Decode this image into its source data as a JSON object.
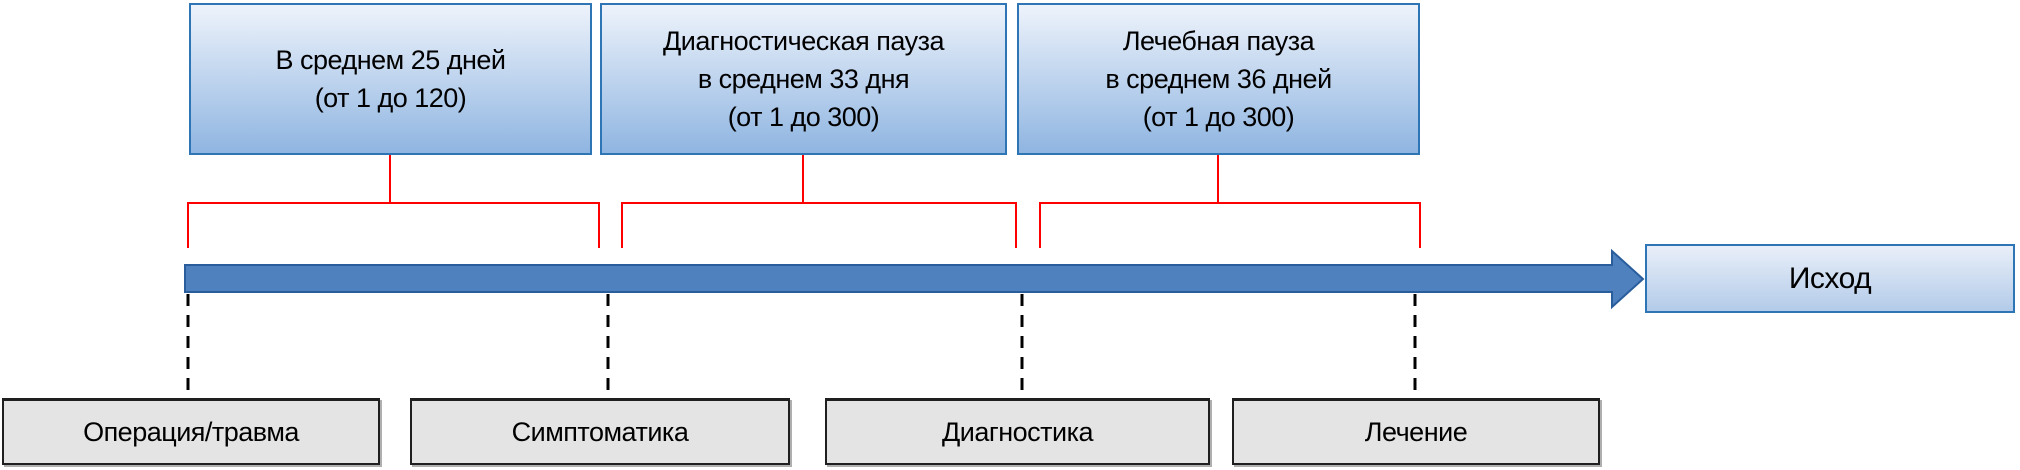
{
  "colors": {
    "box-border": "#2e75b6",
    "box-fill-top": "#eef3fb",
    "box-fill-bottom": "#8fb5e1",
    "outcome-fill-top": "#e9eff9",
    "outcome-fill-bottom": "#b3cbe9",
    "arrow-fill": "#4e81bd",
    "arrow-border": "#2a5d9c",
    "bracket-red": "#ff0000",
    "dash-black": "#000000",
    "gray-fill": "#e4e4e4",
    "gray-border": "#1f1f1f"
  },
  "top_boxes": [
    {
      "id": "average-25-days",
      "lines": [
        "В среднем 25 дней",
        "(от 1 до 120)"
      ]
    },
    {
      "id": "diagnostic-pause",
      "lines": [
        "Диагностическая пауза",
        "в среднем 33 дня",
        "(от 1 до 300)"
      ]
    },
    {
      "id": "treatment-pause",
      "lines": [
        "Лечебная пауза",
        "в среднем 36 дней",
        "(от 1 до 300)"
      ]
    }
  ],
  "timeline": {
    "outcome_label": "Исход"
  },
  "stage_boxes": [
    {
      "id": "operation-trauma",
      "label": "Операция/травма"
    },
    {
      "id": "symptoms",
      "label": "Симптоматика"
    },
    {
      "id": "diagnostics",
      "label": "Диагностика"
    },
    {
      "id": "treatment",
      "label": "Лечение"
    }
  ]
}
